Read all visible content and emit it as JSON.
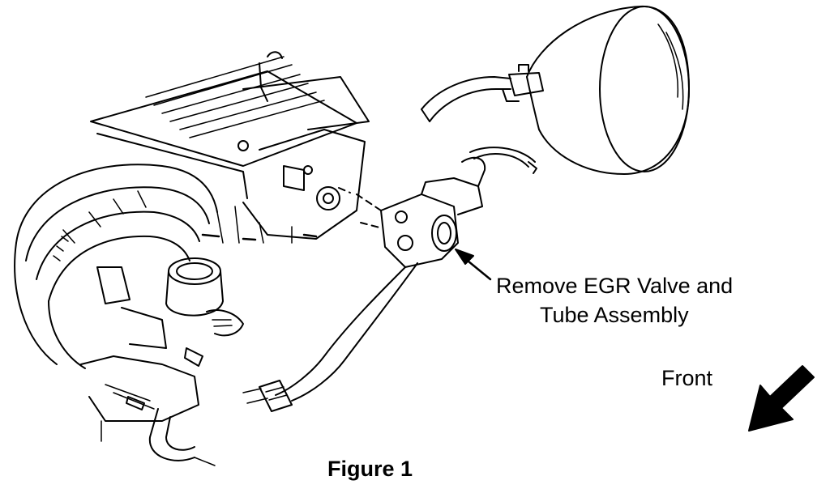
{
  "callout": {
    "line1": "Remove EGR Valve and",
    "line2": "Tube Assembly"
  },
  "direction_label": "Front",
  "caption": "Figure 1",
  "colors": {
    "ink": "#000000",
    "paper": "#ffffff"
  },
  "icons": {
    "direction": "front-arrow-icon",
    "pointer": "callout-arrow-icon"
  }
}
